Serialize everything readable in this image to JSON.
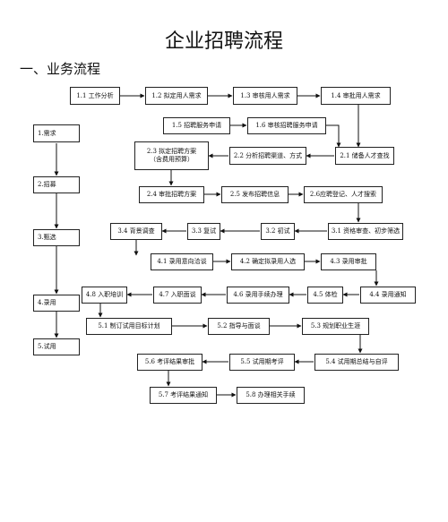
{
  "title": "企业招聘流程",
  "section": "一、业务流程",
  "stages": [
    "1.需求",
    "2.招募",
    "3.甄选",
    "4.录用",
    "5.试用"
  ],
  "steps": {
    "s1_1": "1.1 工作分析",
    "s1_2": "1.2 拟定用人需求",
    "s1_3": "1.3 审核用人需求",
    "s1_4": "1.4 审批用人需求",
    "s1_5": "1.5 招聘服务申请",
    "s1_6": "1.6 审核招聘服务申请",
    "s2_3_line1": "2.3 拟定招聘方案",
    "s2_3_line2": "（含费用预算）",
    "s2_2": "2.2 分析招聘渠道、方式",
    "s2_1": "2.1 储备人才查找",
    "s2_4": "2.4 审批招聘方案",
    "s2_5": "2.5 发布招聘信息",
    "s2_6": "2.6应聘登记、人才搜索",
    "s3_4": "3.4 背景调查",
    "s3_3": "3.3 复试",
    "s3_2": "3.2 初试",
    "s3_1": "3.1 资格审查、初步筛选",
    "s4_1": "4.1 录用意向洽谈",
    "s4_2": "4.2 确定拟录用人选",
    "s4_3": "4.3 录用审批",
    "s4_8": "4.8 入职培训",
    "s4_7": "4.7 入职面谈",
    "s4_6": "4.6 录用手续办理",
    "s4_5": "4.5 体检",
    "s4_4": "4.4 录用通知",
    "s5_1": "5.1 制订试用目标计划",
    "s5_2": "5.2 指导与面谈",
    "s5_3": "5.3 规划职业生涯",
    "s5_6": "5.6 考评结果审批",
    "s5_5": "5.5 试用期考评",
    "s5_4": "5.4 试用期总结与自评",
    "s5_7": "5.7 考评结果通知",
    "s5_8": "5.8 办理相关手续"
  }
}
